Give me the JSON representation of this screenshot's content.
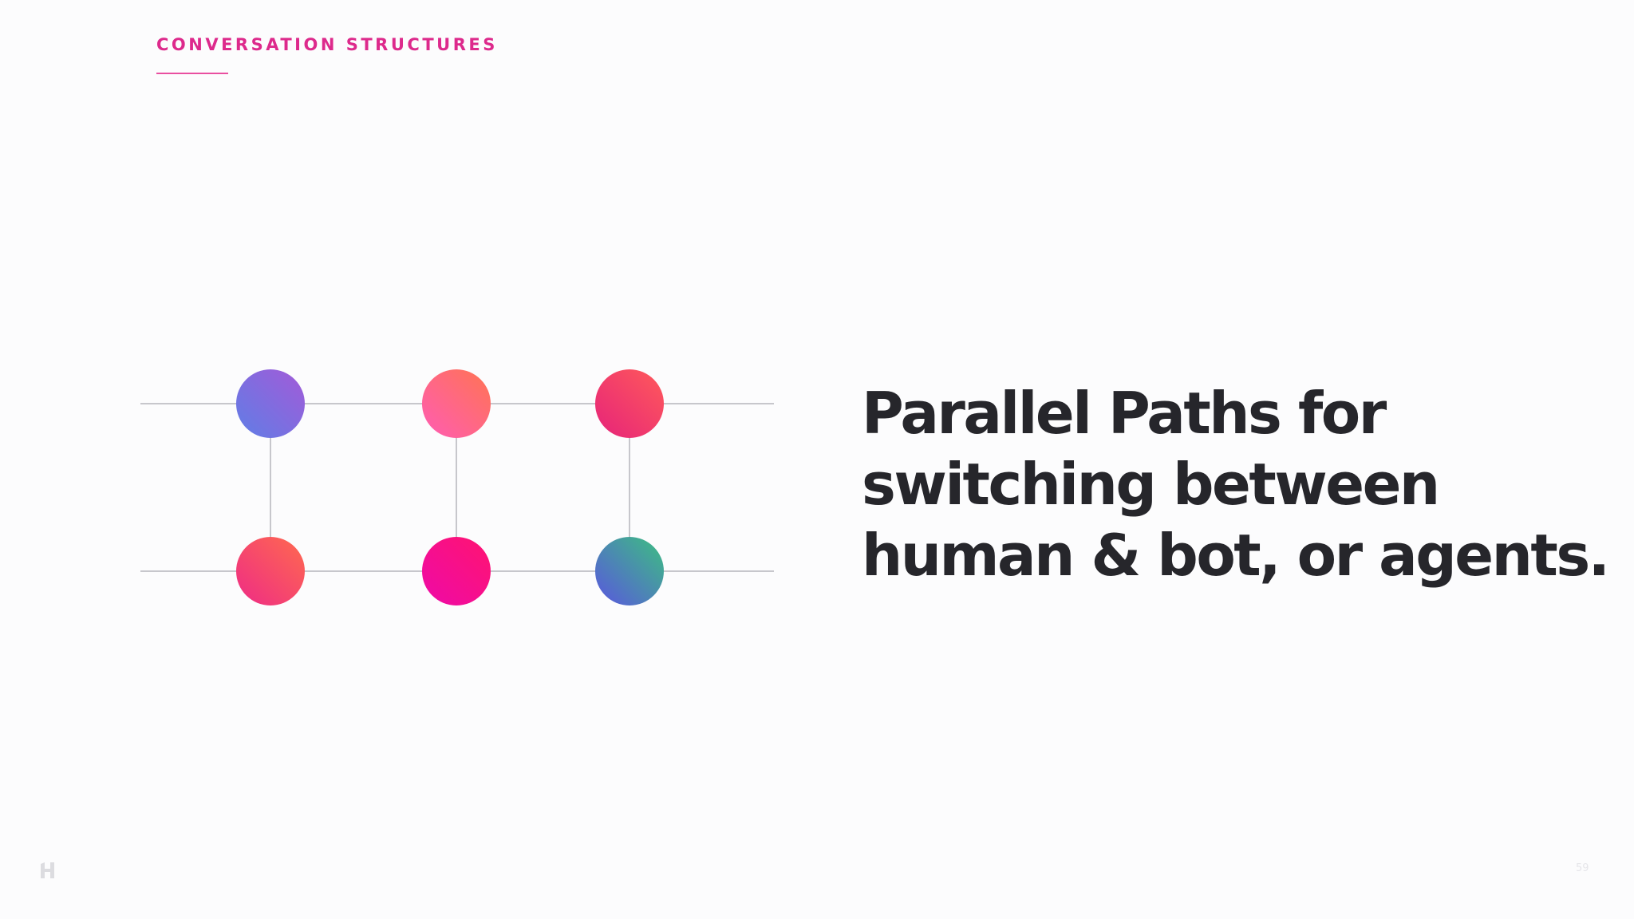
{
  "header": {
    "section_label": "CONVERSATION STRUCTURES"
  },
  "headline": {
    "lines": [
      "Parallel Paths for",
      "switching between",
      "human & bot, or agents."
    ]
  },
  "footer": {
    "logo": "H",
    "page_number": "59"
  },
  "diagram": {
    "rows": 2,
    "columns": 3,
    "nodes": [
      {
        "row": 0,
        "col": 0,
        "gradient": [
          "#a35ad8",
          "#5f7ee6"
        ]
      },
      {
        "row": 0,
        "col": 1,
        "gradient": [
          "#ff7452",
          "#ff5cb4"
        ]
      },
      {
        "row": 0,
        "col": 2,
        "gradient": [
          "#ff5a5a",
          "#e6237a"
        ]
      },
      {
        "row": 1,
        "col": 0,
        "gradient": [
          "#ff6a4e",
          "#ee2b86"
        ]
      },
      {
        "row": 1,
        "col": 1,
        "gradient": [
          "#ff1470",
          "#ee0aa8"
        ]
      },
      {
        "row": 1,
        "col": 2,
        "gradient": [
          "#3cc080",
          "#5a55e0"
        ]
      }
    ]
  },
  "colors": {
    "accent": "#dd2a8c",
    "text": "#26262b",
    "connector": "#b5b5bc",
    "background": "#fcfcfd"
  }
}
